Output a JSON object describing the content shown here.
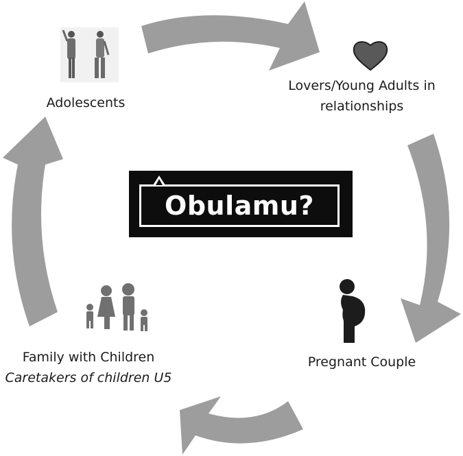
{
  "center_logo": {
    "text": "Obulamu?"
  },
  "stages": {
    "adolescents": {
      "label": "Adolescents",
      "icon": "adolescents-icon"
    },
    "lovers": {
      "line1": "Lovers/Young Adults in",
      "line2": "relationships",
      "icon": "heart-icon"
    },
    "pregnant": {
      "label": "Pregnant Couple",
      "icon": "pregnant-woman-icon"
    },
    "family": {
      "line1": "Family with Children",
      "line2": "Caretakers of children U5",
      "icon": "family-icon"
    }
  },
  "colors": {
    "arrow": "#9d9d9d",
    "heart": "#595959",
    "logo_bg": "#0d0d0d",
    "text": "#1a1a1a"
  }
}
